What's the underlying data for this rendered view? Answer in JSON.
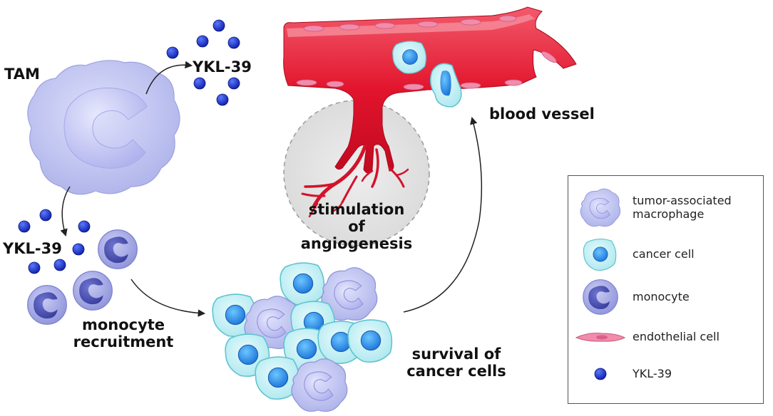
{
  "labels": {
    "tam": "TAM",
    "ykl_top": "YKL-39",
    "ykl_left": "YKL-39",
    "blood_vessel": "blood vessel",
    "angiogenesis_line1": "stimulation",
    "angiogenesis_line2": "of angiogenesis",
    "monocyte_line1": "monocyte",
    "monocyte_line2": "recruitment",
    "survival_line1": "survival of",
    "survival_line2": "cancer cells"
  },
  "legend": {
    "items": [
      {
        "label_line1": "tumor-associated",
        "label_line2": "macrophage",
        "icon": "macrophage-icon"
      },
      {
        "label_line1": "cancer cell",
        "label_line2": "",
        "icon": "cancer-cell-icon"
      },
      {
        "label_line1": "monocyte",
        "label_line2": "",
        "icon": "monocyte-icon"
      },
      {
        "label_line1": "endothelial cell",
        "label_line2": "",
        "icon": "endothelial-cell-icon"
      },
      {
        "label_line1": "YKL-39",
        "label_line2": "",
        "icon": "ykl39-dot-icon"
      }
    ]
  },
  "colors": {
    "macrophage": "#b9bff0",
    "macrophage_nucleus": "#8f90d8",
    "monocyte": "#a9aee8",
    "monocyte_nucleus": "#4a4fb0",
    "cancer_cell": "#bff0f4",
    "cancer_nucleus": "#2b8ee8",
    "vessel": "#e2142c",
    "endothelial": "#f08aa8",
    "ykl39": "#1a2fd6",
    "angiogenesis_circle": "#e6e6e6"
  }
}
